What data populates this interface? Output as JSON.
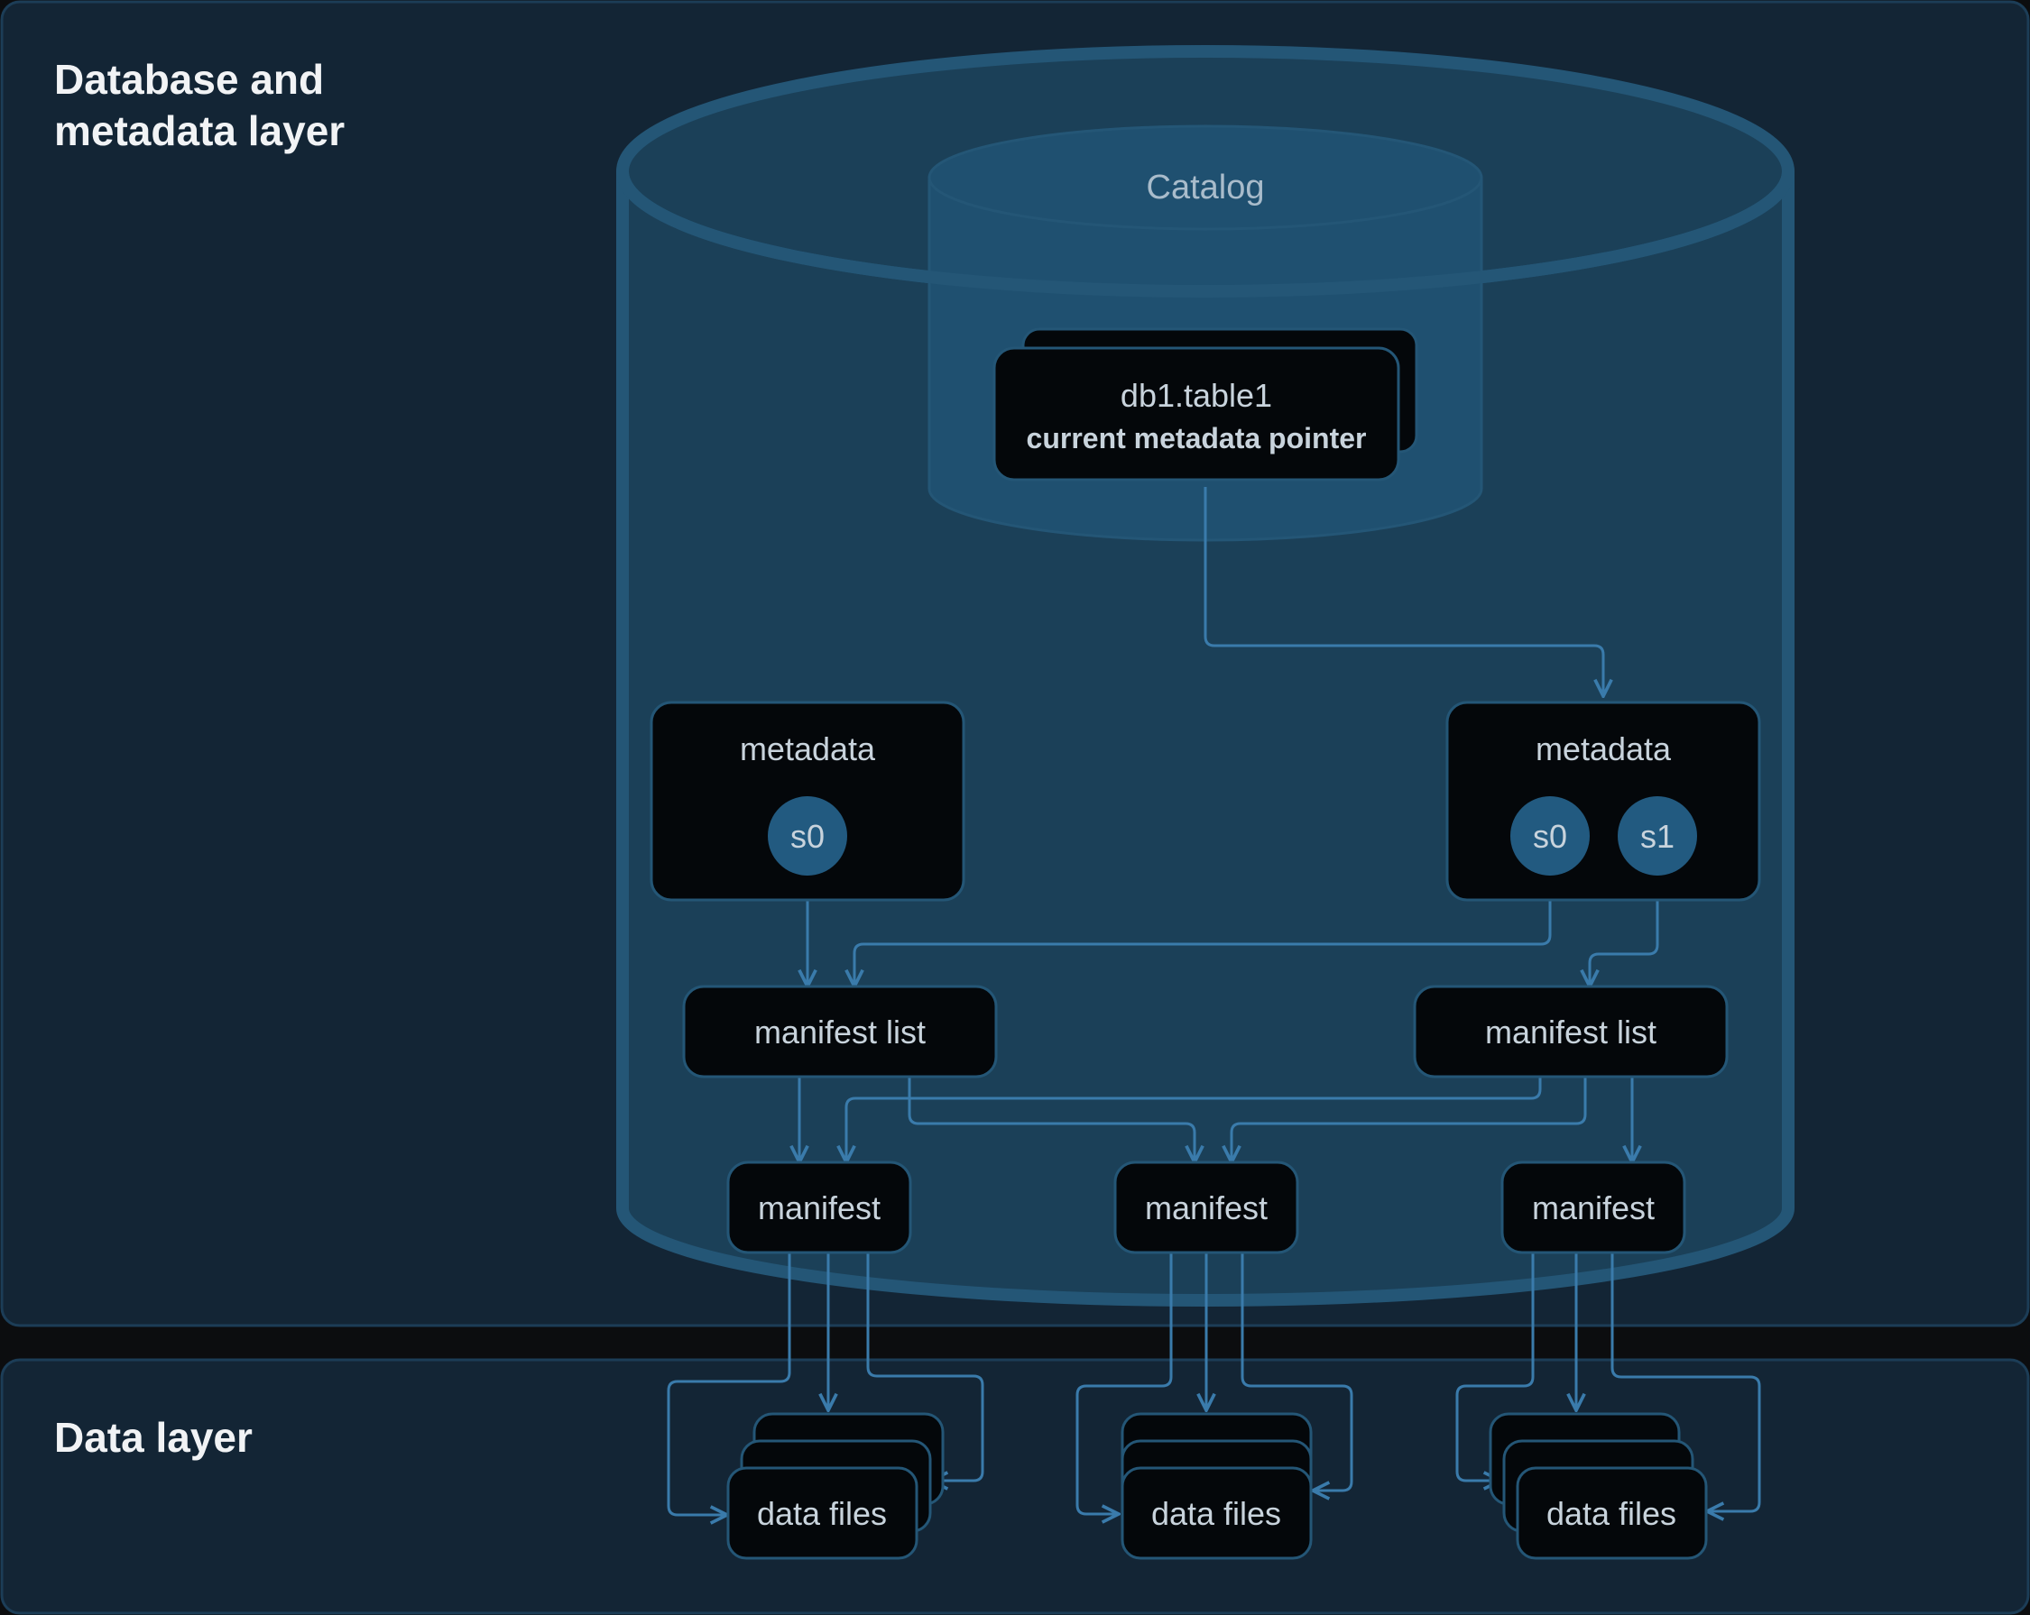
{
  "panels": {
    "metadata_layer": {
      "title_line1": "Database and",
      "title_line2": "metadata layer"
    },
    "data_layer": {
      "title": "Data layer"
    }
  },
  "catalog": {
    "label": "Catalog",
    "pointer": {
      "name": "db1.table1",
      "description": "current metadata pointer"
    }
  },
  "metadata_files": [
    {
      "label": "metadata",
      "snapshots": [
        "s0"
      ]
    },
    {
      "label": "metadata",
      "snapshots": [
        "s0",
        "s1"
      ]
    }
  ],
  "manifest_lists": [
    {
      "label": "manifest list"
    },
    {
      "label": "manifest list"
    }
  ],
  "manifests": [
    {
      "label": "manifest"
    },
    {
      "label": "manifest"
    },
    {
      "label": "manifest"
    }
  ],
  "data_file_groups": [
    {
      "label": "data files"
    },
    {
      "label": "data files"
    },
    {
      "label": "data files"
    }
  ],
  "colors": {
    "page_background": "#0c0d0f",
    "panel_background": "#132535",
    "panel_border": "#1c3d57",
    "cylinder_fill": "#1b4058",
    "cylinder_stroke": "#245676",
    "inner_cylinder_fill": "#1f5070",
    "node_fill": "#04070a",
    "snapshot_circle": "#225a80",
    "connector": "#3a7bab",
    "title_text": "#f1f3f5",
    "node_text": "#c8d3dc"
  }
}
